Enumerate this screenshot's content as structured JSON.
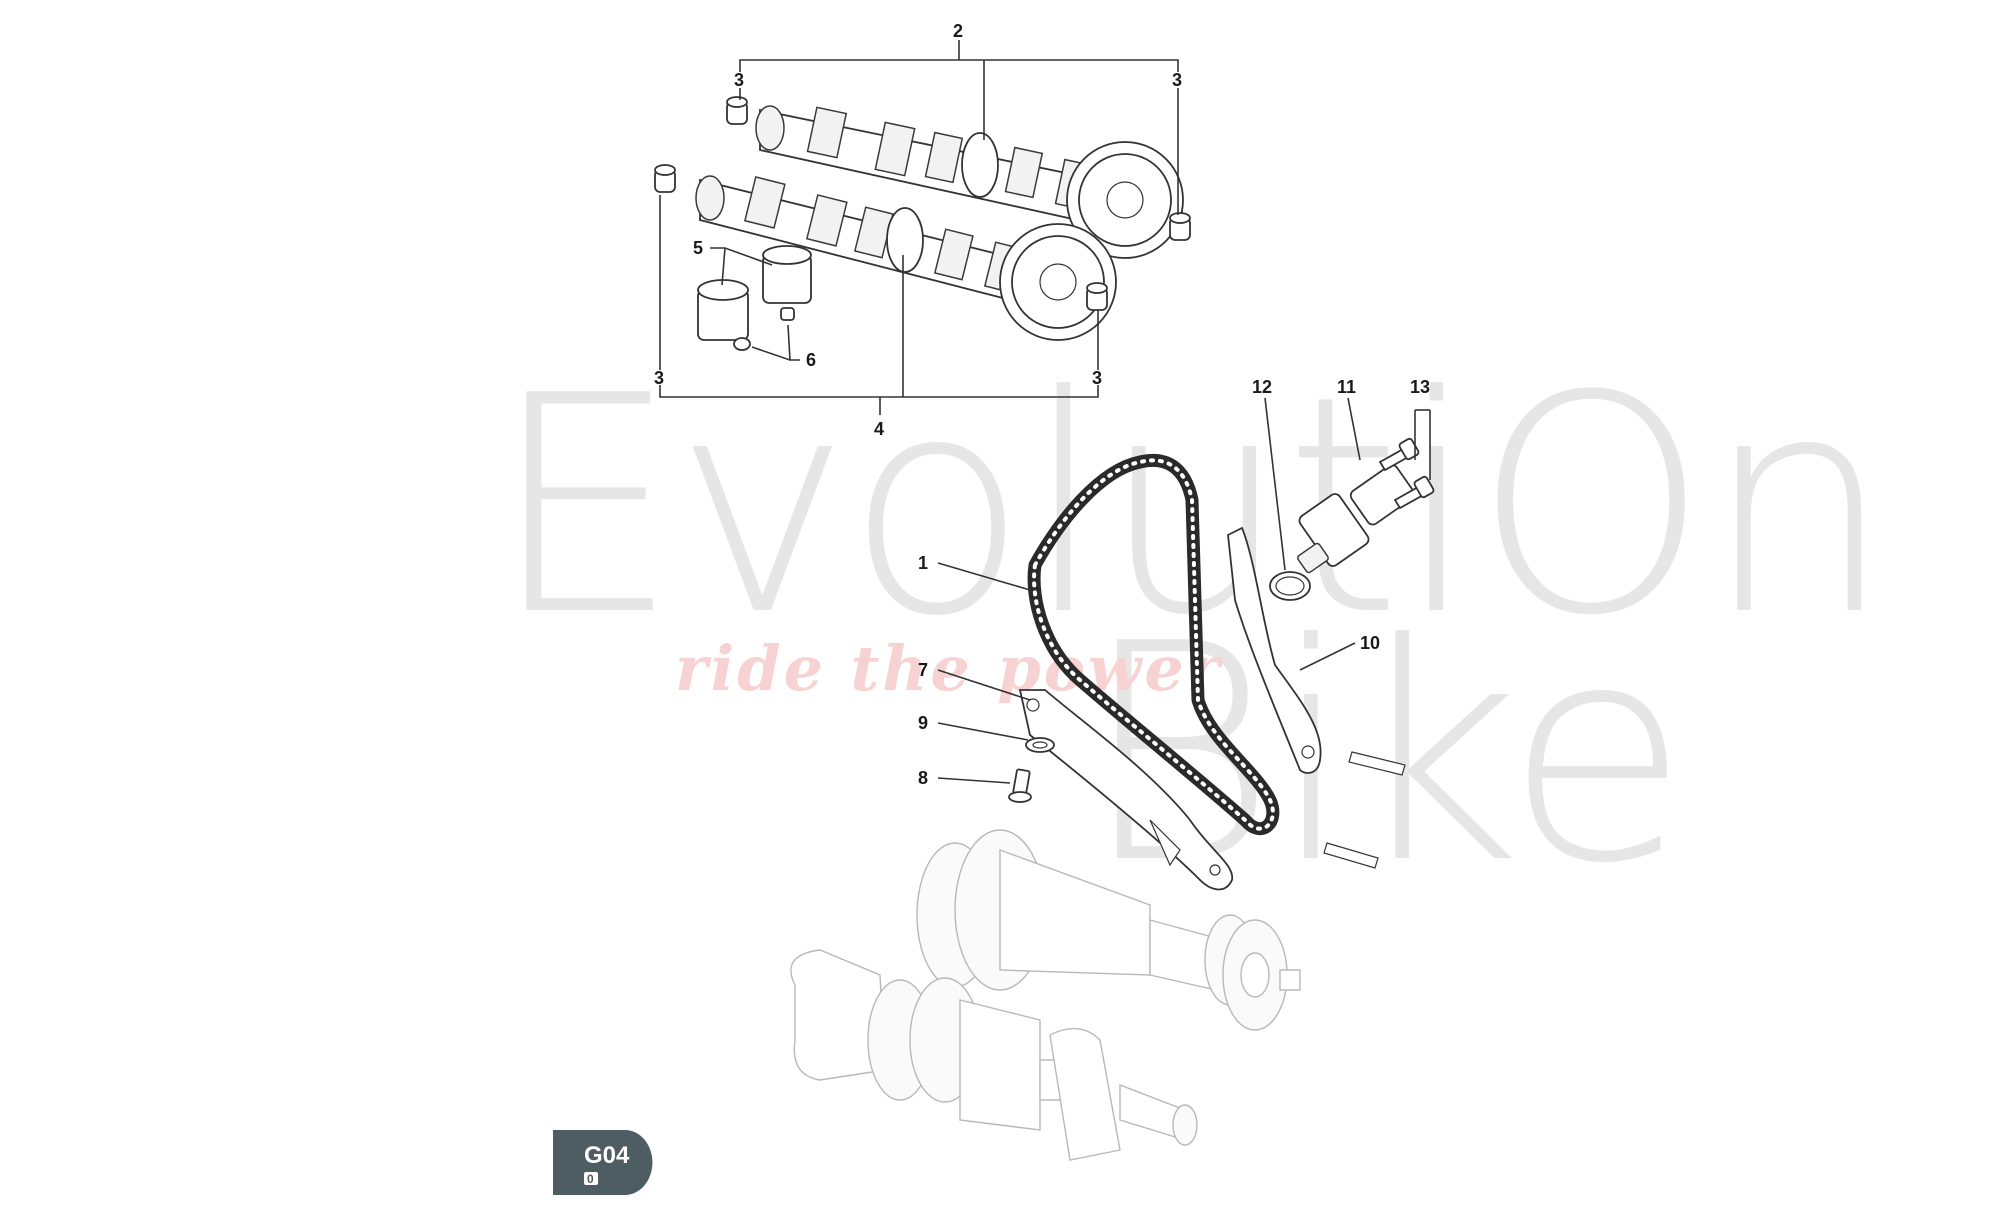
{
  "watermark": {
    "line1": "EvolutiOn",
    "line2": "Bike",
    "tagline": "ride the power"
  },
  "callouts": [
    {
      "id": "c2",
      "label": "2"
    },
    {
      "id": "c3a",
      "label": "3"
    },
    {
      "id": "c3b",
      "label": "3"
    },
    {
      "id": "c3c",
      "label": "3"
    },
    {
      "id": "c3d",
      "label": "3"
    },
    {
      "id": "c4",
      "label": "4"
    },
    {
      "id": "c5",
      "label": "5"
    },
    {
      "id": "c6",
      "label": "6"
    },
    {
      "id": "c1",
      "label": "1"
    },
    {
      "id": "c7",
      "label": "7"
    },
    {
      "id": "c8",
      "label": "8"
    },
    {
      "id": "c9",
      "label": "9"
    },
    {
      "id": "c10",
      "label": "10"
    },
    {
      "id": "c11",
      "label": "11"
    },
    {
      "id": "c12",
      "label": "12"
    },
    {
      "id": "c13",
      "label": "13"
    }
  ],
  "badge": {
    "code": "G04",
    "sub": "0",
    "color": "#4d5d61"
  }
}
